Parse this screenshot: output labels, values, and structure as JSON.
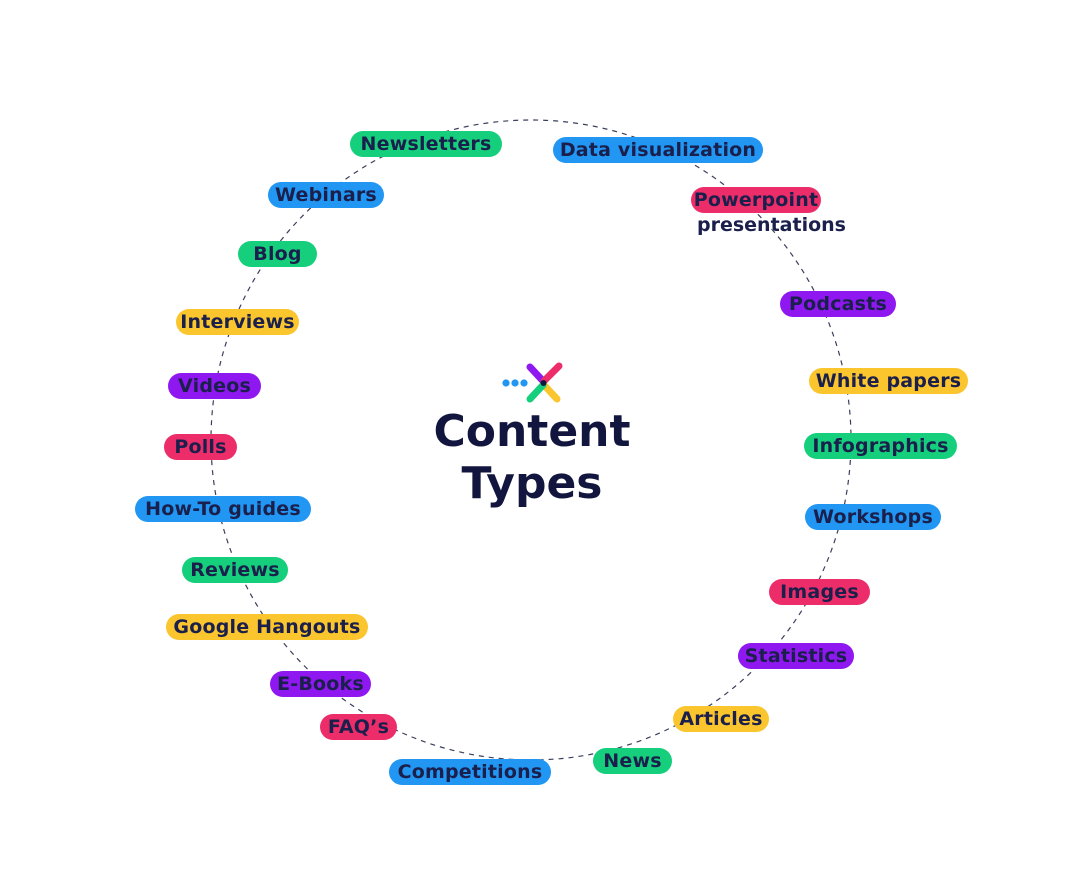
{
  "title": {
    "line1": "Content",
    "line2": "Types"
  },
  "colors": {
    "green": "#16cf7c",
    "blue": "#2196f3",
    "pink": "#ec2d69",
    "yellow": "#fbc52d",
    "purple": "#8e18ef",
    "text": "#1a1f4b",
    "ring": "#3a3f5c"
  },
  "logo": {
    "icon": "x-arrow-logo-icon"
  },
  "tags": [
    {
      "label": "Newsletters",
      "color": "green"
    },
    {
      "label": "Data visualization",
      "color": "blue"
    },
    {
      "label": "Webinars",
      "color": "blue"
    },
    {
      "label": "Powerpoint",
      "sublabel": "presentations",
      "color": "pink"
    },
    {
      "label": "Blog",
      "color": "green"
    },
    {
      "label": "Interviews",
      "color": "yellow"
    },
    {
      "label": "Podcasts",
      "color": "purple"
    },
    {
      "label": "Videos",
      "color": "purple"
    },
    {
      "label": "White papers",
      "color": "yellow"
    },
    {
      "label": "Polls",
      "color": "pink"
    },
    {
      "label": "Infographics",
      "color": "green"
    },
    {
      "label": "How-To guides",
      "color": "blue"
    },
    {
      "label": "Workshops",
      "color": "blue"
    },
    {
      "label": "Reviews",
      "color": "green"
    },
    {
      "label": "Images",
      "color": "pink"
    },
    {
      "label": "Google Hangouts",
      "color": "yellow"
    },
    {
      "label": "Statistics",
      "color": "purple"
    },
    {
      "label": "E-Books",
      "color": "purple"
    },
    {
      "label": "Articles",
      "color": "yellow"
    },
    {
      "label": "FAQ’s",
      "color": "pink"
    },
    {
      "label": "News",
      "color": "green"
    },
    {
      "label": "Competitions",
      "color": "blue"
    }
  ]
}
